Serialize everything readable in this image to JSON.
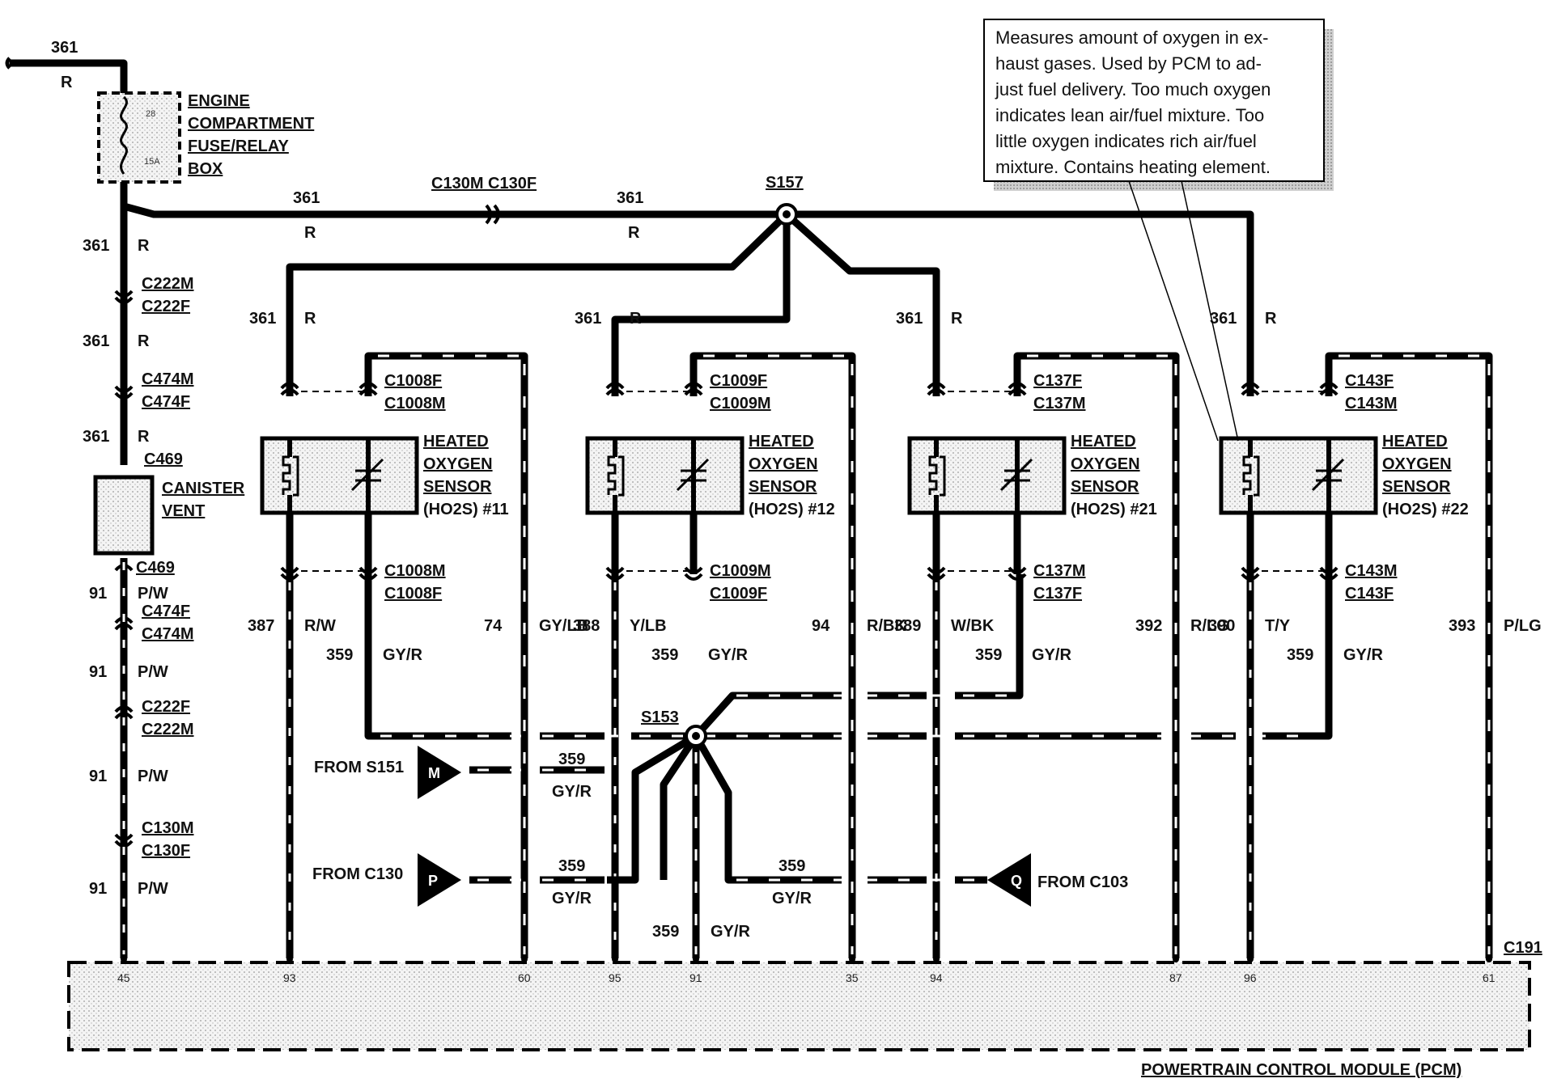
{
  "fuse_box": {
    "label_lines": [
      "ENGINE",
      "COMPARTMENT",
      "FUSE/RELAY",
      "BOX"
    ],
    "fuse_number": "28",
    "fuse_rating": "15A"
  },
  "note": {
    "lines": [
      "Measures amount of oxygen in ex-",
      "haust gases. Used by PCM to ad-",
      "just fuel delivery. Too much oxygen",
      "indicates lean air/fuel mixture. Too",
      "little oxygen indicates rich air/fuel",
      "mixture. Contains heating element."
    ]
  },
  "canister_vent": {
    "label_lines": [
      "CANISTER",
      "VENT"
    ],
    "connector": "C469"
  },
  "splices": {
    "s157": "S157",
    "s153": "S153"
  },
  "pcm": {
    "label": "POWERTRAIN CONTROL MODULE (PCM)",
    "connector": "C191"
  },
  "feed_connectors": {
    "c130m_c130f": "C130M C130F"
  },
  "left_column": {
    "top_wire": {
      "circuit": "361",
      "color": "R"
    },
    "wires": [
      {
        "circuit": "361",
        "color": "R"
      },
      {
        "circuit": "361",
        "color": "R"
      },
      {
        "circuit": "361",
        "color": "R"
      },
      {
        "circuit": "91",
        "color": "P/W"
      },
      {
        "circuit": "91",
        "color": "P/W"
      },
      {
        "circuit": "91",
        "color": "P/W"
      },
      {
        "circuit": "91",
        "color": "P/W"
      }
    ],
    "connectors": [
      {
        "top": "C222M",
        "bottom": "C222F"
      },
      {
        "top": "C474M",
        "bottom": "C474F"
      },
      {
        "top": "C469",
        "bottom": ""
      },
      {
        "top": "C469",
        "bottom": ""
      },
      {
        "top": "C474F",
        "bottom": "C474M"
      },
      {
        "top": "C222F",
        "bottom": "C222M"
      },
      {
        "top": "C130M",
        "bottom": "C130F"
      }
    ]
  },
  "main_wire": {
    "circuit": "361",
    "color": "R"
  },
  "sensors": [
    {
      "label_lines": [
        "HEATED",
        "OXYGEN",
        "SENSOR",
        "(HO2S) #11"
      ],
      "feed": {
        "circuit": "361",
        "color": "R"
      },
      "top_conn": [
        "C1008F",
        "C1008M"
      ],
      "bottom_conn": [
        "C1008M",
        "C1008F"
      ],
      "heater_out": {
        "circuit": "387",
        "color": "R/W"
      },
      "ground": {
        "circuit": "359",
        "color": "GY/R"
      },
      "signal_wire": {
        "circuit": "74",
        "color": "GY/LB"
      }
    },
    {
      "label_lines": [
        "HEATED",
        "OXYGEN",
        "SENSOR",
        "(HO2S) #12"
      ],
      "feed": {
        "circuit": "361",
        "color": "R"
      },
      "top_conn": [
        "C1009F",
        "C1009M"
      ],
      "bottom_conn": [
        "C1009M",
        "C1009F"
      ],
      "heater_out": {
        "circuit": "388",
        "color": "Y/LB"
      },
      "ground": {
        "circuit": "359",
        "color": "GY/R"
      },
      "signal_wire": {
        "circuit": "94",
        "color": "R/BK"
      }
    },
    {
      "label_lines": [
        "HEATED",
        "OXYGEN",
        "SENSOR",
        "(HO2S) #21"
      ],
      "feed": {
        "circuit": "361",
        "color": "R"
      },
      "top_conn": [
        "C137F",
        "C137M"
      ],
      "bottom_conn": [
        "C137M",
        "C137F"
      ],
      "heater_out": {
        "circuit": "389",
        "color": "W/BK"
      },
      "ground": {
        "circuit": "359",
        "color": "GY/R"
      },
      "signal_wire": {
        "circuit": "392",
        "color": "R/LG"
      }
    },
    {
      "label_lines": [
        "HEATED",
        "OXYGEN",
        "SENSOR",
        "(HO2S) #22"
      ],
      "feed": {
        "circuit": "361",
        "color": "R"
      },
      "top_conn": [
        "C143F",
        "C143M"
      ],
      "bottom_conn": [
        "C143M",
        "C143F"
      ],
      "heater_out": {
        "circuit": "390",
        "color": "T/Y"
      },
      "ground": {
        "circuit": "359",
        "color": "GY/R"
      },
      "signal_wire": {
        "circuit": "393",
        "color": "P/LG"
      }
    }
  ],
  "sources": [
    {
      "letter": "M",
      "label": "FROM S151",
      "circuit": "359",
      "color": "GY/R"
    },
    {
      "letter": "P",
      "label": "FROM C130",
      "circuit": "359",
      "color": "GY/R"
    },
    {
      "letter": "Q",
      "label": "FROM C103",
      "circuit": "359",
      "color": "GY/R"
    }
  ],
  "s153_down": {
    "circuit": "359",
    "color": "GY/R"
  },
  "pins": [
    "45",
    "93",
    "60",
    "95",
    "91",
    "35",
    "94",
    "87",
    "96",
    "61"
  ]
}
